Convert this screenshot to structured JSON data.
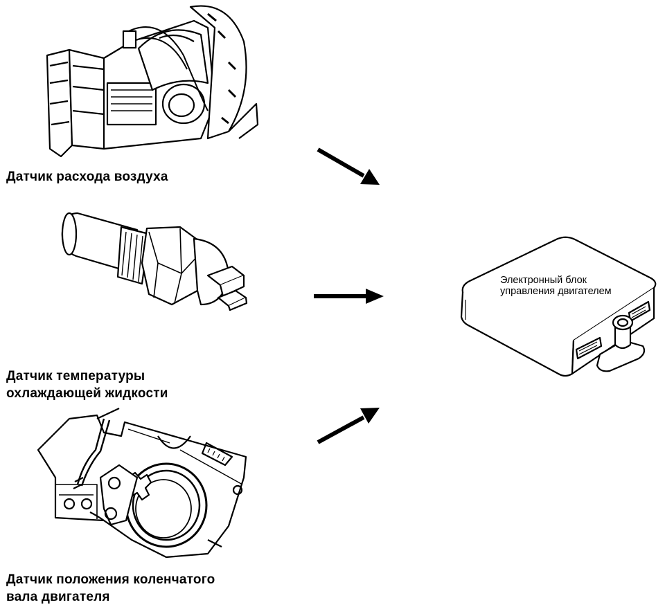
{
  "sensors": {
    "maf_label": "Датчик расхода воздуха",
    "ect_label": "Датчик температуры\nохлаждающей жидкости",
    "ckp_label": "Датчик положения коленчатого\nвала двигателя"
  },
  "ecu": {
    "label": "Электронный блок\nуправления двигателем"
  },
  "icons": [
    "air-flow-sensor-icon",
    "coolant-temperature-sensor-icon",
    "crankshaft-position-sensor-icon",
    "ecu-box-icon",
    "arrow-icon"
  ]
}
